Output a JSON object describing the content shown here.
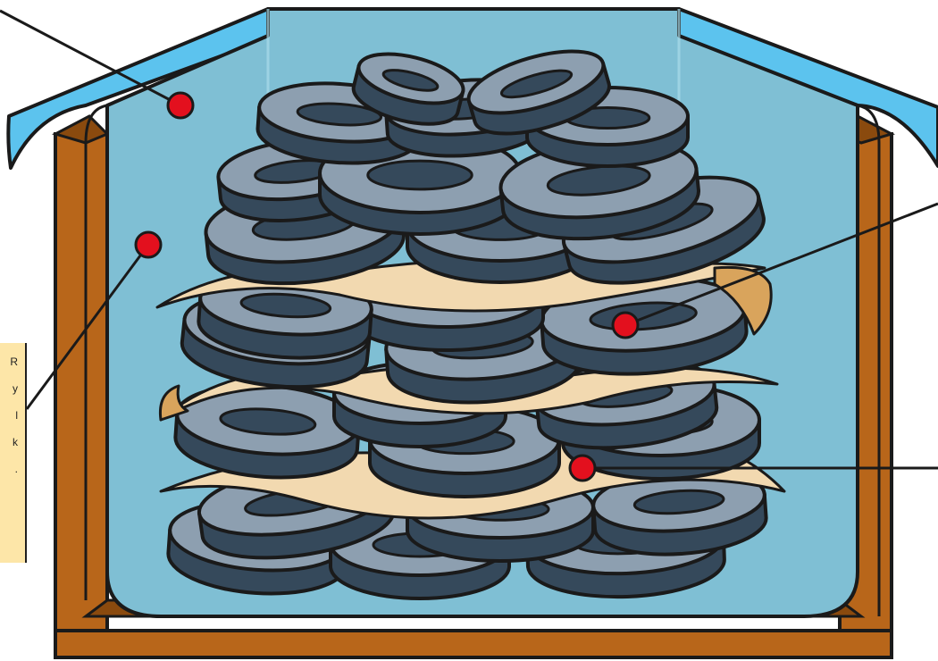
{
  "diagram": {
    "subject": "",
    "colors": {
      "crate_wood": "#b8661a",
      "crate_wood_dark": "#8a4a0e",
      "liner": "#7fbfd4",
      "liner_fold": "#5cc3ee",
      "disc_top": "#8d9fb0",
      "disc_side": "#35495b",
      "paper_sheet": "#f2d9b0",
      "paper_fold": "#d9a45c",
      "marker": "#e3101e",
      "outline": "#1a1a1a",
      "note_background": "#fde6a8"
    },
    "markers": [
      {
        "id": "marker-liner-fold"
      },
      {
        "id": "marker-liner-wall"
      },
      {
        "id": "marker-paper-upper"
      },
      {
        "id": "marker-paper-lower"
      }
    ],
    "side_note": {
      "visible_characters": [
        "R",
        "y",
        "l",
        "k",
        "."
      ]
    }
  }
}
